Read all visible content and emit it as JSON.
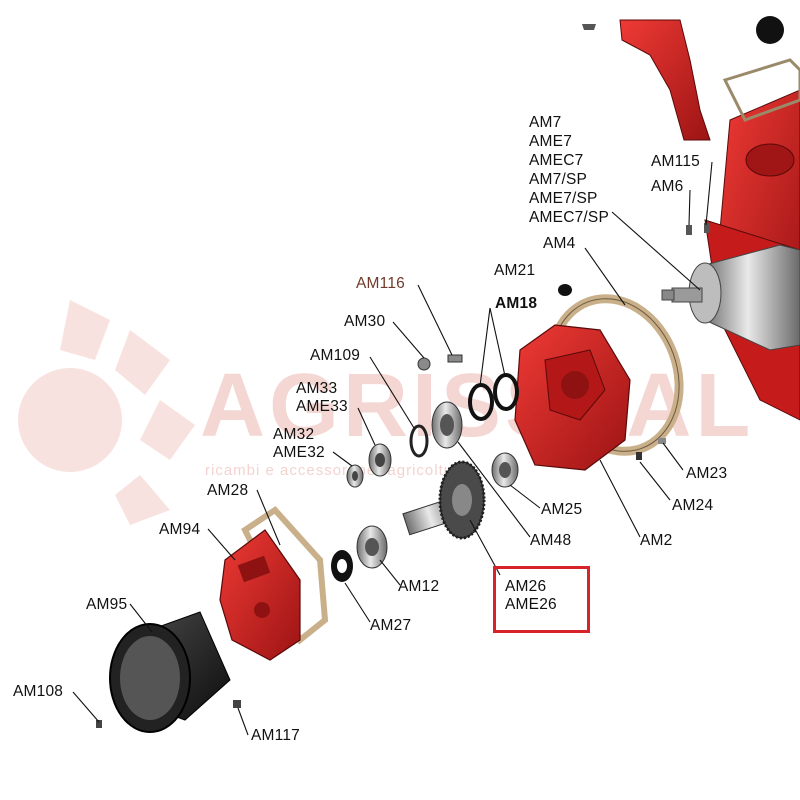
{
  "watermark": {
    "title": "AGRISSPAL",
    "subtitle": "ricambi e accessori per agricoltura"
  },
  "labels": {
    "am7_group": [
      "AM7",
      "AME7",
      "AMEC7",
      "AM7/SP",
      "AME7/SP",
      "AMEC7/SP"
    ],
    "am115": "AM115",
    "am6": "AM6",
    "am4": "AM4",
    "am21": "AM21",
    "am116": "AM116",
    "am18": "AM18",
    "am30": "AM30",
    "am109": "AM109",
    "am33": "AM33",
    "ame33": "AME33",
    "am32": "AM32",
    "ame32": "AME32",
    "am28": "AM28",
    "am94": "AM94",
    "am95": "AM95",
    "am108": "AM108",
    "am117": "AM117",
    "am27": "AM27",
    "am12": "AM12",
    "am26": "AM26",
    "ame26": "AME26",
    "am48": "AM48",
    "am25": "AM25",
    "am2": "AM2",
    "am24": "AM24",
    "am23": "AM23"
  },
  "colors": {
    "part_red": "#d8201f",
    "part_dark_red": "#8e1212",
    "gasket": "#c9b08a",
    "highlight": "#d9232a",
    "steel": "#9a9a9a",
    "black": "#1b1b1b",
    "label_brown": "#6e3a2a"
  }
}
